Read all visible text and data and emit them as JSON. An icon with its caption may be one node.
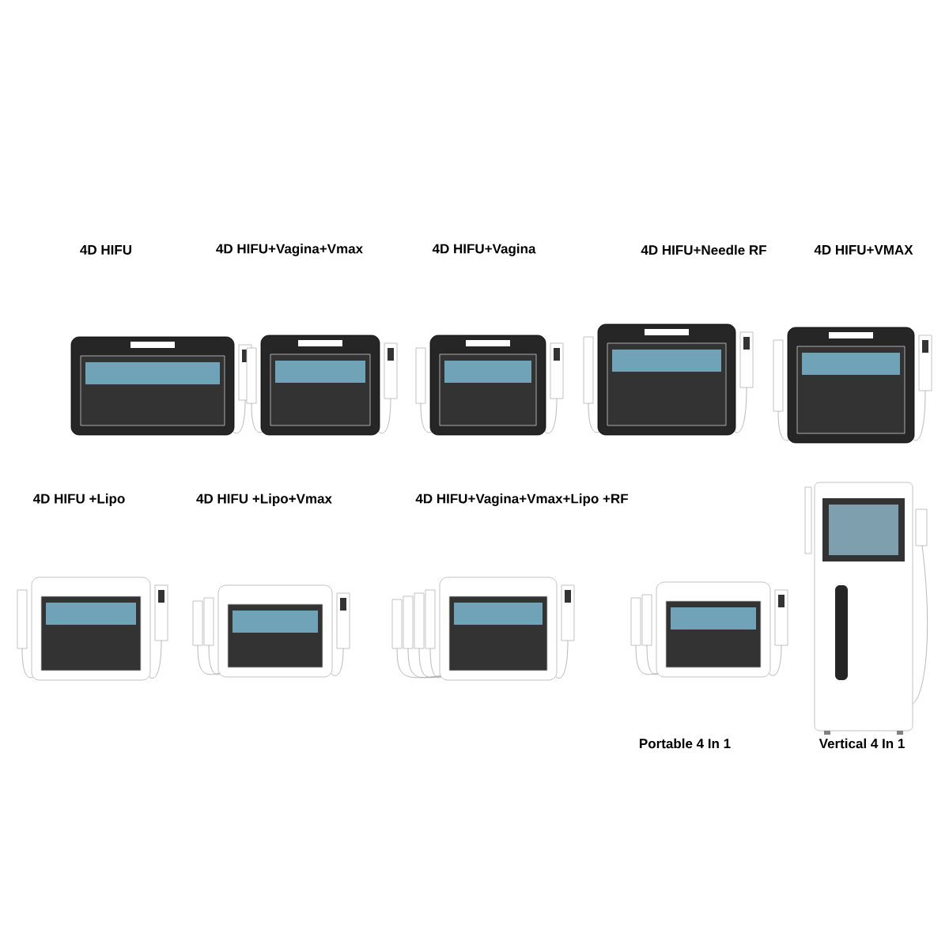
{
  "diagram": {
    "labels": [
      "4D HIFU",
      "4D HIFU+Vagina+Vmax",
      "4D HIFU+Vagina",
      "4D HIFU+Needle RF",
      "4D HIFU+VMAX",
      "4D HIFU +Lipo",
      "4D HIFU +Lipo+Vmax",
      "4D HIFU+Vagina+Vmax+Lipo +RF",
      "Portable 4 In 1",
      "Vertical 4 In 1"
    ]
  }
}
